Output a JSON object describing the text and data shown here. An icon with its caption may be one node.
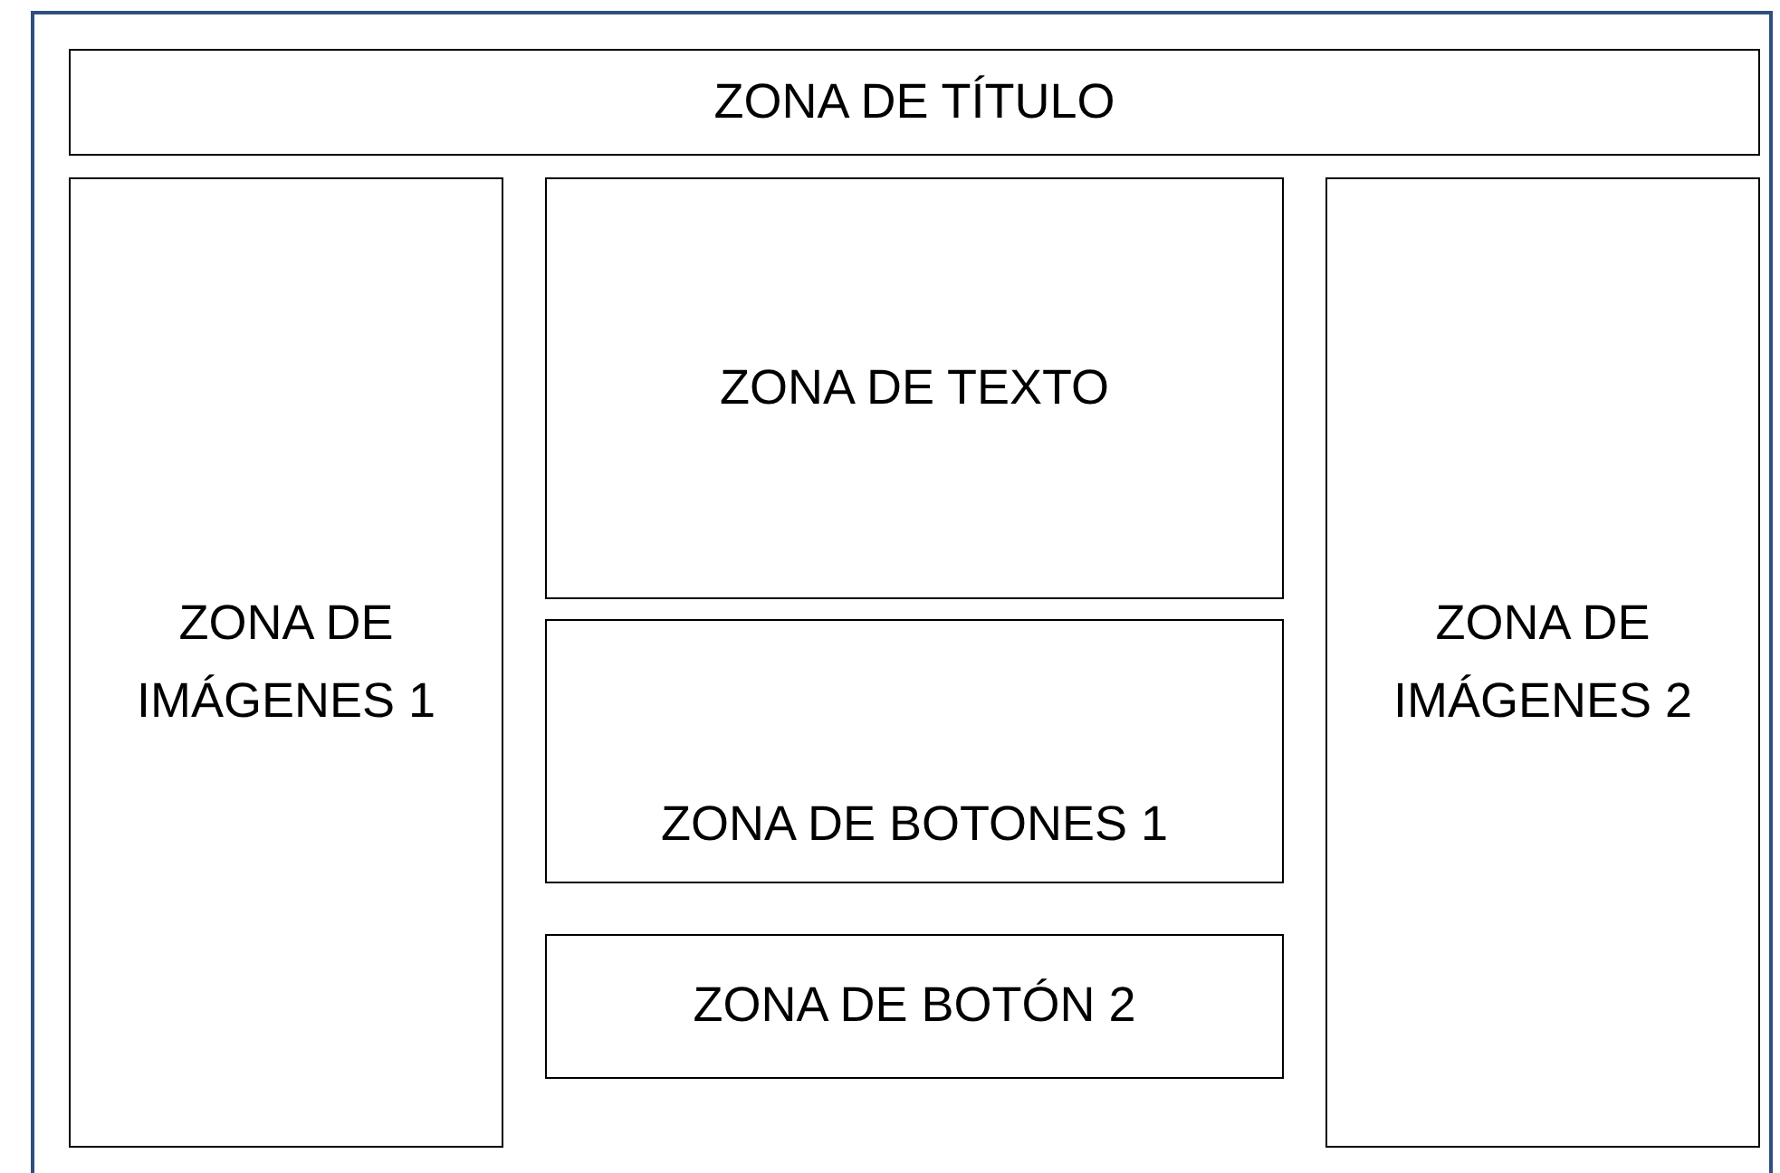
{
  "diagram": {
    "nodes": [
      {
        "text": [
          "ZONA DE TÍTULO"
        ]
      },
      {
        "text": [
          "ZONA DE IMÁGENES 1"
        ]
      },
      {
        "text": [
          "ZONA DE TEXTO"
        ]
      },
      {
        "text": [
          "ZONA DE BOTONES 1"
        ]
      },
      {
        "text": [
          "ZONA DE BOTÓN 2"
        ]
      },
      {
        "text": [
          "ZONA DE IMÁGENES 2"
        ]
      }
    ]
  }
}
